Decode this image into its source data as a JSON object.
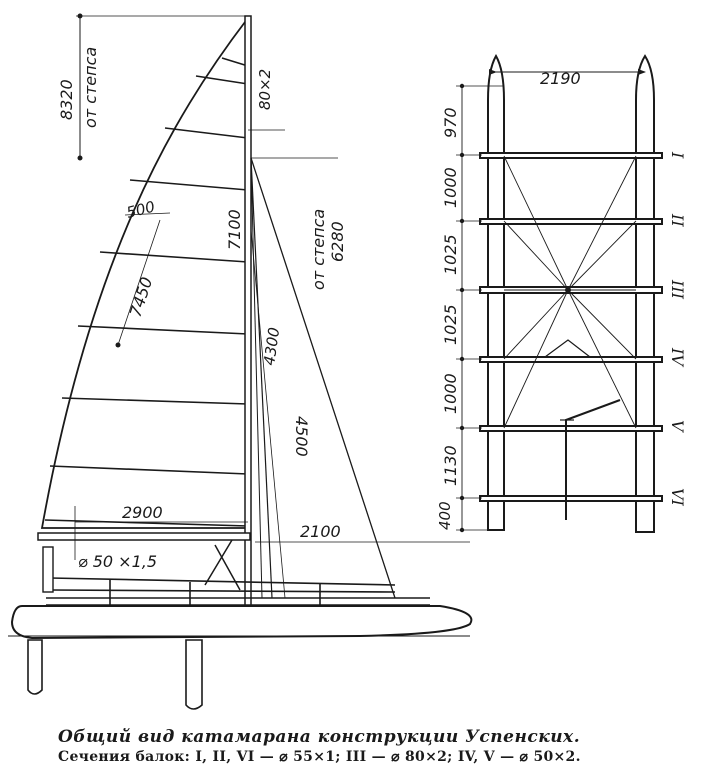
{
  "side_view": {
    "mast_height": "8320",
    "mast_height_note": "от степса",
    "mast_section": "80×2",
    "sail_width": "500",
    "sail_luff": "7100",
    "sail_leech": "7450",
    "stay_height": "6280",
    "stay_height_note": "от степса",
    "shroud_a": "4300",
    "shroud_b": "4500",
    "boom_length": "2900",
    "boom_section": "⌀ 50 ×1,5",
    "base_length": "2100"
  },
  "top_view": {
    "width": "2190",
    "spacings": [
      "970",
      "1000",
      "1025",
      "1025",
      "1000",
      "1130",
      "400"
    ],
    "beams": [
      "I",
      "II",
      "III",
      "IV",
      "V",
      "VI"
    ]
  },
  "caption": {
    "title": "Общий вид катамарана конструкции Успенских.",
    "sections": "Сечения балок: I, II, VI — ⌀ 55×1; III — ⌀ 80×2; IV, V — ⌀ 50×2."
  }
}
